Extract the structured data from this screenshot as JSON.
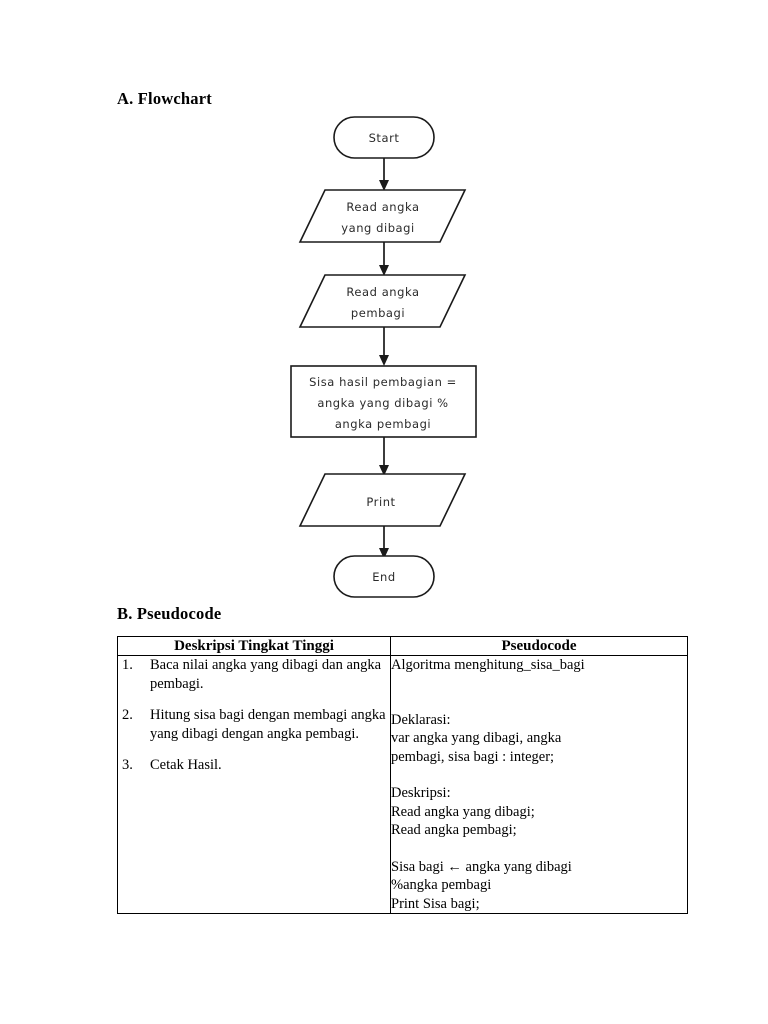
{
  "document": {
    "sections": {
      "flowchart_heading": "A. Flowchart",
      "pseudocode_heading": "B. Pseudocode"
    }
  },
  "flowchart": {
    "nodes": [
      {
        "id": "start",
        "shape": "terminator",
        "text": "Start"
      },
      {
        "id": "read1",
        "shape": "parallelogram",
        "line1": "Read angka",
        "line2": "yang dibagi"
      },
      {
        "id": "read2",
        "shape": "parallelogram",
        "line1": "Read angka",
        "line2": "pembagi"
      },
      {
        "id": "process",
        "shape": "rectangle",
        "line1": "Sisa hasil pembagian =",
        "line2": "angka yang dibagi %",
        "line3": "angka pembagi"
      },
      {
        "id": "print",
        "shape": "parallelogram",
        "line1": "Print"
      },
      {
        "id": "end",
        "shape": "terminator",
        "text": "End"
      }
    ],
    "edges": [
      {
        "from": "start",
        "to": "read1"
      },
      {
        "from": "read1",
        "to": "read2"
      },
      {
        "from": "read2",
        "to": "process"
      },
      {
        "from": "process",
        "to": "print"
      },
      {
        "from": "print",
        "to": "end"
      }
    ],
    "colors": {
      "stroke": "#1a1a1a",
      "fill": "#ffffff",
      "text": "#2b2b2b"
    }
  },
  "table": {
    "headers": {
      "left": "Deskripsi Tingkat Tinggi",
      "right": "Pseudocode"
    },
    "description_items": [
      {
        "number": "1.",
        "text": "Baca nilai angka yang dibagi dan angka pembagi."
      },
      {
        "number": "2.",
        "text": "Hitung sisa bagi dengan membagi angka yang dibagi dengan angka pembagi."
      },
      {
        "number": "3.",
        "text": "Cetak Hasil."
      }
    ],
    "pseudocode_lines": [
      "Algoritma menghitung_sisa_bagi",
      "",
      "",
      "Deklarasi:",
      "var angka yang dibagi, angka",
      "pembagi, sisa bagi : integer;",
      "",
      "Deskripsi:",
      "Read angka yang dibagi;",
      "Read angka pembagi;",
      "",
      "Sisa bagi ← angka yang dibagi",
      "%angka pembagi",
      "Print Sisa bagi;"
    ]
  }
}
